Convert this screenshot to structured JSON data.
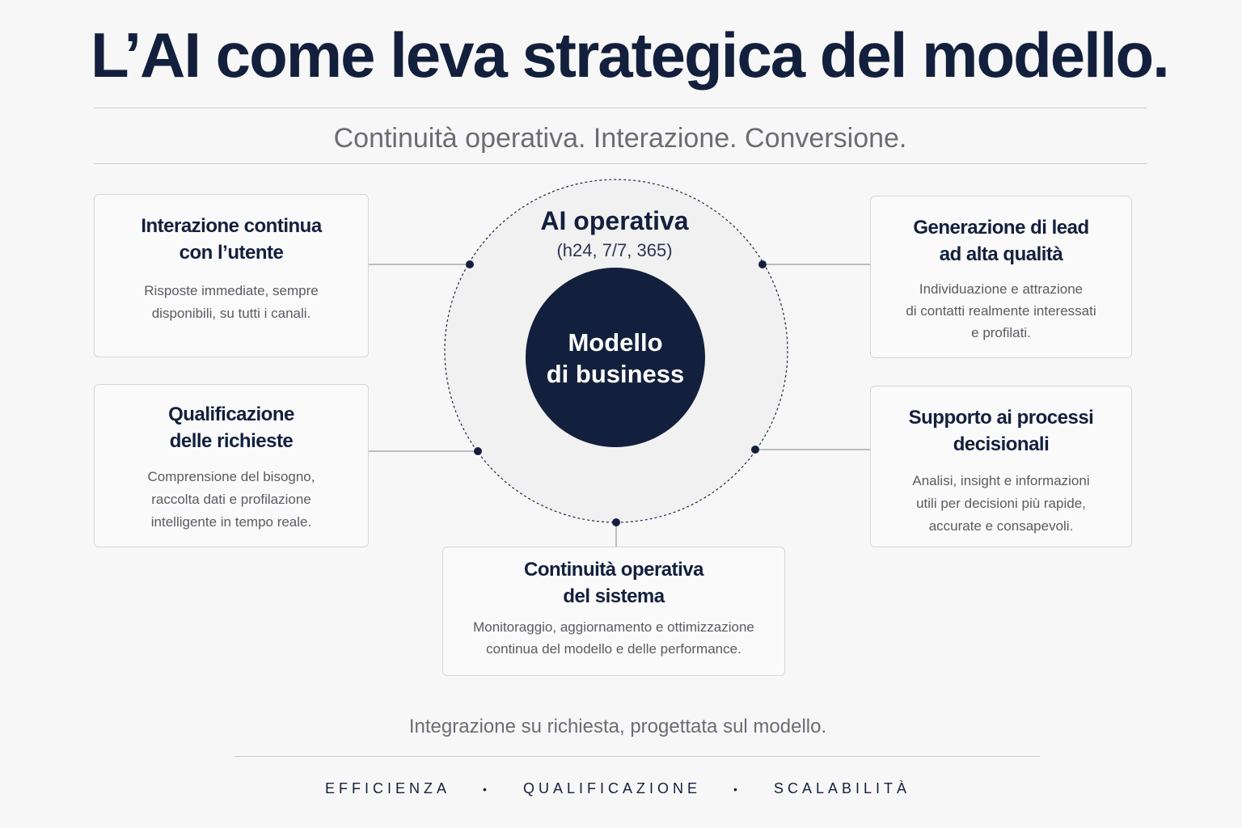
{
  "header": {
    "title": "L’AI come leva strategica del modello.",
    "subtitle": "Continuità operativa. Interazione. Conversione."
  },
  "center": {
    "ring_title": "AI operativa",
    "ring_subtitle": "(h24, 7/7, 365)",
    "core_label": "Modello\ndi business"
  },
  "cards": {
    "interaction": {
      "title": "Interazione continua\ncon l’utente",
      "text": "Risposte immediate, sempre\ndisponibili, su tutti i canali."
    },
    "qualification": {
      "title": "Qualificazione\ndelle richieste",
      "text": "Comprensione del bisogno,\nraccolta dati e profilazione\nintelligente in tempo reale."
    },
    "leads": {
      "title": "Generazione di lead\nad alta qualità",
      "text": "Individuazione e attrazione\ndi contatti realmente interessati\ne profilati."
    },
    "decisions": {
      "title": "Supporto ai processi\ndecisionali",
      "text": "Analisi, insight e informazioni\nutili per decisioni più rapide,\naccurate e consapevoli."
    },
    "continuity": {
      "title": "Continuità operativa\ndel sistema",
      "text": "Monitoraggio, aggiornamento e ottimizzazione\ncontinua del modello e delle performance."
    }
  },
  "footer": {
    "note": "Integrazione su richiesta, progettata sul modello.",
    "keywords": [
      "EFFICIENZA",
      "QUALIFICAZIONE",
      "SCALABILITÀ"
    ],
    "separator": "•"
  },
  "colors": {
    "navy": "#13203d",
    "background": "#f8f7f7",
    "ring_fill": "#f1f1f2",
    "muted_text": "#6c6c72"
  }
}
